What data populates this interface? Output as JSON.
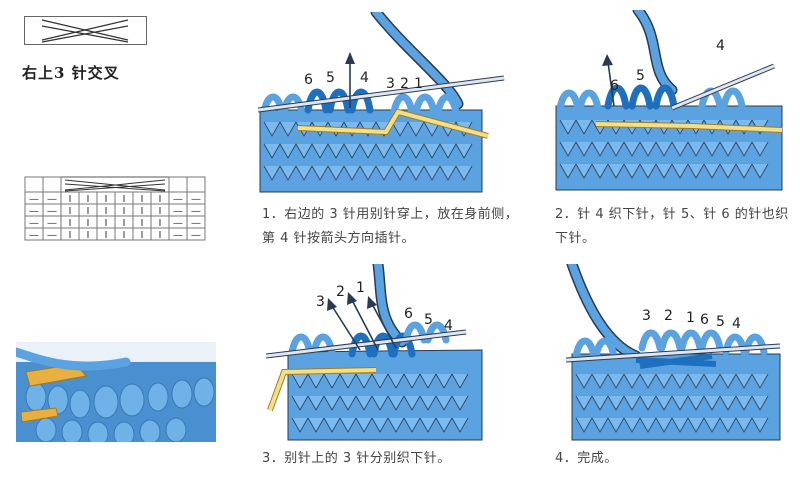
{
  "title": "右上3 针交叉",
  "steps": [
    {
      "caption": "1．右边的 3 针用别针穿上，放在身前侧，第 4 针按箭头方向插针。",
      "labels": [
        "6",
        "5",
        "4",
        "3",
        "2",
        "1"
      ]
    },
    {
      "caption": "2．针 4 织下针，针 5、针 6 的针也织下针。",
      "labels": [
        "6",
        "5",
        "4"
      ]
    },
    {
      "caption": "3．别针上的 3 针分别织下针。",
      "labels": [
        "3",
        "2",
        "1",
        "6",
        "5",
        "4"
      ]
    },
    {
      "caption": "4．完成。",
      "labels": [
        "3",
        "2",
        "1",
        "6",
        "5",
        "4"
      ]
    }
  ],
  "chart": {
    "rows": [
      [
        "—",
        "—",
        "Ι",
        "Ι",
        "Ι",
        "Ι",
        "Ι",
        "Ι",
        "—",
        "—"
      ],
      [
        "—",
        "—",
        "Ι",
        "Ι",
        "Ι",
        "Ι",
        "Ι",
        "Ι",
        "—",
        "—"
      ],
      [
        "—",
        "—",
        "Ι",
        "Ι",
        "Ι",
        "Ι",
        "Ι",
        "Ι",
        "—",
        "—"
      ],
      [
        "—",
        "—",
        "Ι",
        "Ι",
        "Ι",
        "Ι",
        "Ι",
        "Ι",
        "—",
        "—"
      ]
    ]
  },
  "colors": {
    "yarn": "#5ba3e0",
    "yarn_dark": "#1f6fbf",
    "needle": "#f0e08a",
    "outline": "#2a3a55"
  }
}
